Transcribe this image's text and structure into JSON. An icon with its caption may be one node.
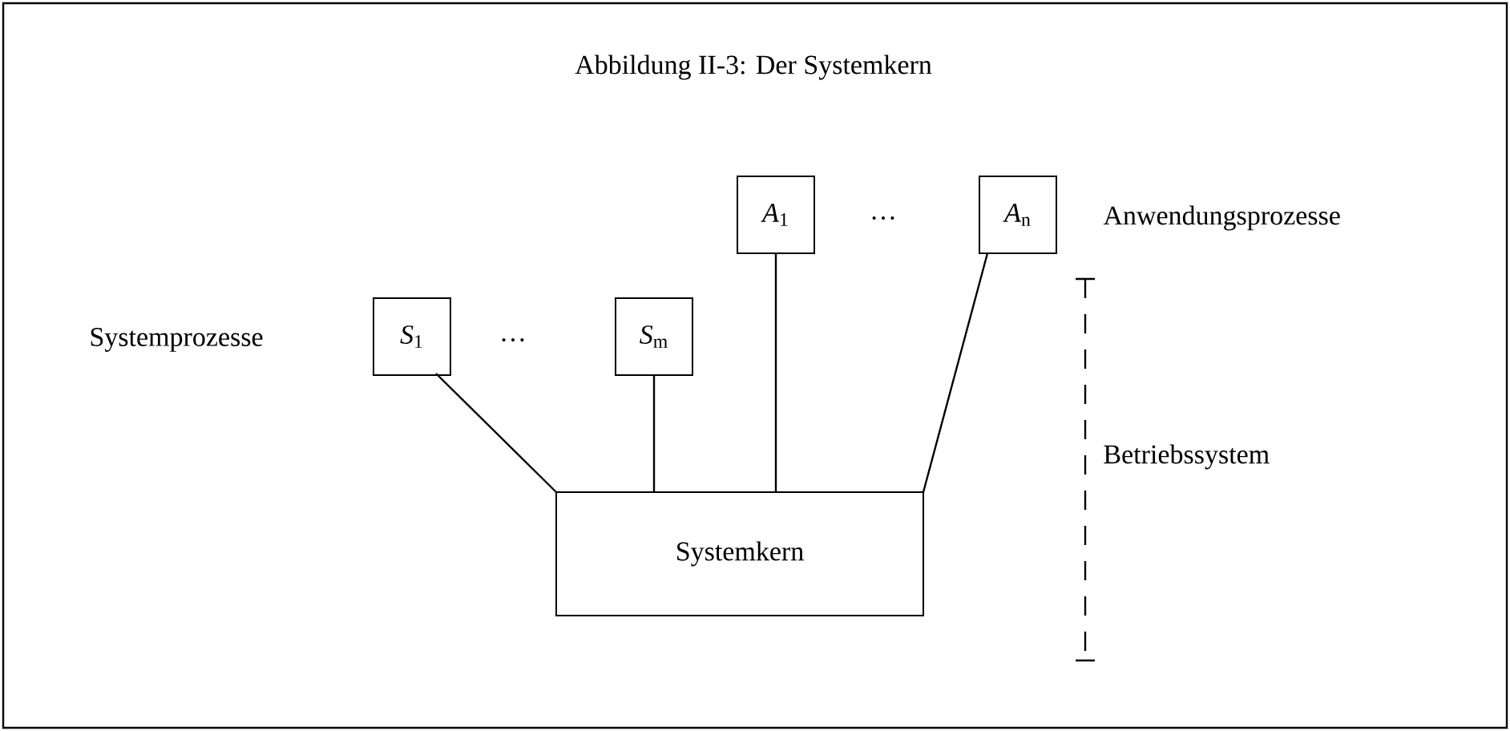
{
  "diagram": {
    "title": "Abbildung II-3: Der Systemkern",
    "nodes": [
      {
        "text": [
          "*A*$_{1}$"
        ]
      },
      {
        "text": [
          "*A*$_{n}$"
        ]
      },
      {
        "text": [
          "*S*$_{1}$"
        ]
      },
      {
        "text": [
          "*S*$_{m}$"
        ]
      },
      {
        "text": [
          "Systemkern"
        ]
      }
    ],
    "edges": [
      {
        "from": 2,
        "to": 4,
        "arrow": "none"
      },
      {
        "from": 3,
        "to": 4,
        "arrow": "none"
      },
      {
        "from": 0,
        "to": 4,
        "arrow": "none"
      },
      {
        "from": 1,
        "to": 4,
        "arrow": "none"
      }
    ],
    "labels": [
      "…",
      "Anwendungsprozesse",
      "Systemprozesse",
      "…",
      "Betriebssystem"
    ]
  }
}
